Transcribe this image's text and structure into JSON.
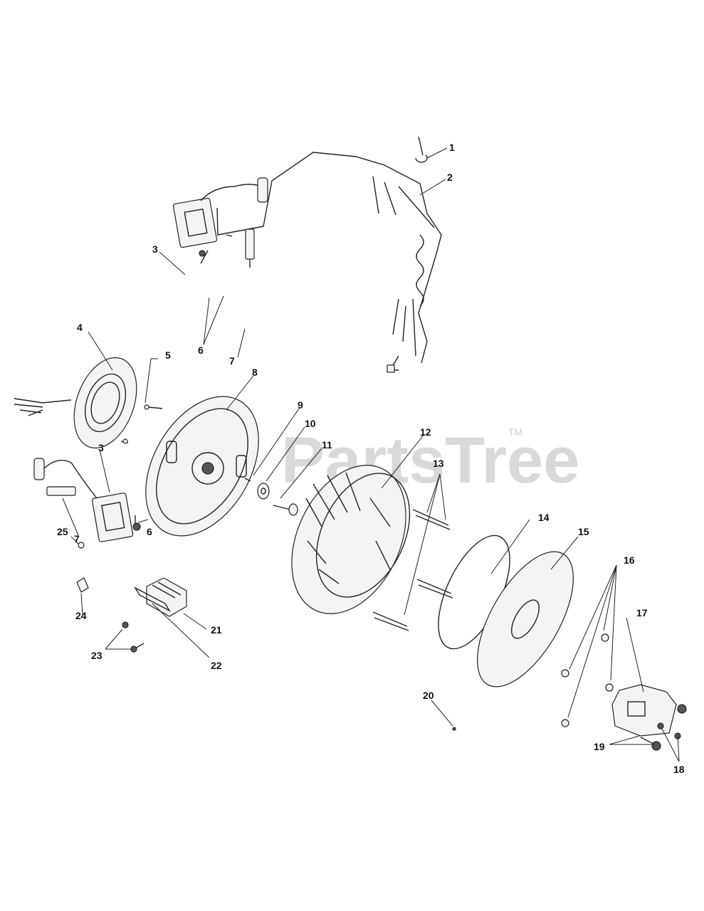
{
  "watermark": {
    "text": "PartsTree",
    "mark": "TM"
  },
  "callouts": {
    "c1": "1",
    "c2": "2",
    "c3a": "3",
    "c3b": "3",
    "c4": "4",
    "c5": "5",
    "c6a": "6",
    "c6b": "6",
    "c7a": "7",
    "c7b": "7",
    "c8": "8",
    "c9": "9",
    "c10": "10",
    "c11": "11",
    "c12": "12",
    "c13": "13",
    "c14": "14",
    "c15": "15",
    "c16": "16",
    "c17": "17",
    "c18": "18",
    "c19": "19",
    "c20": "20",
    "c21": "21",
    "c22": "22",
    "c23": "23",
    "c24": "24",
    "c25": "25"
  }
}
